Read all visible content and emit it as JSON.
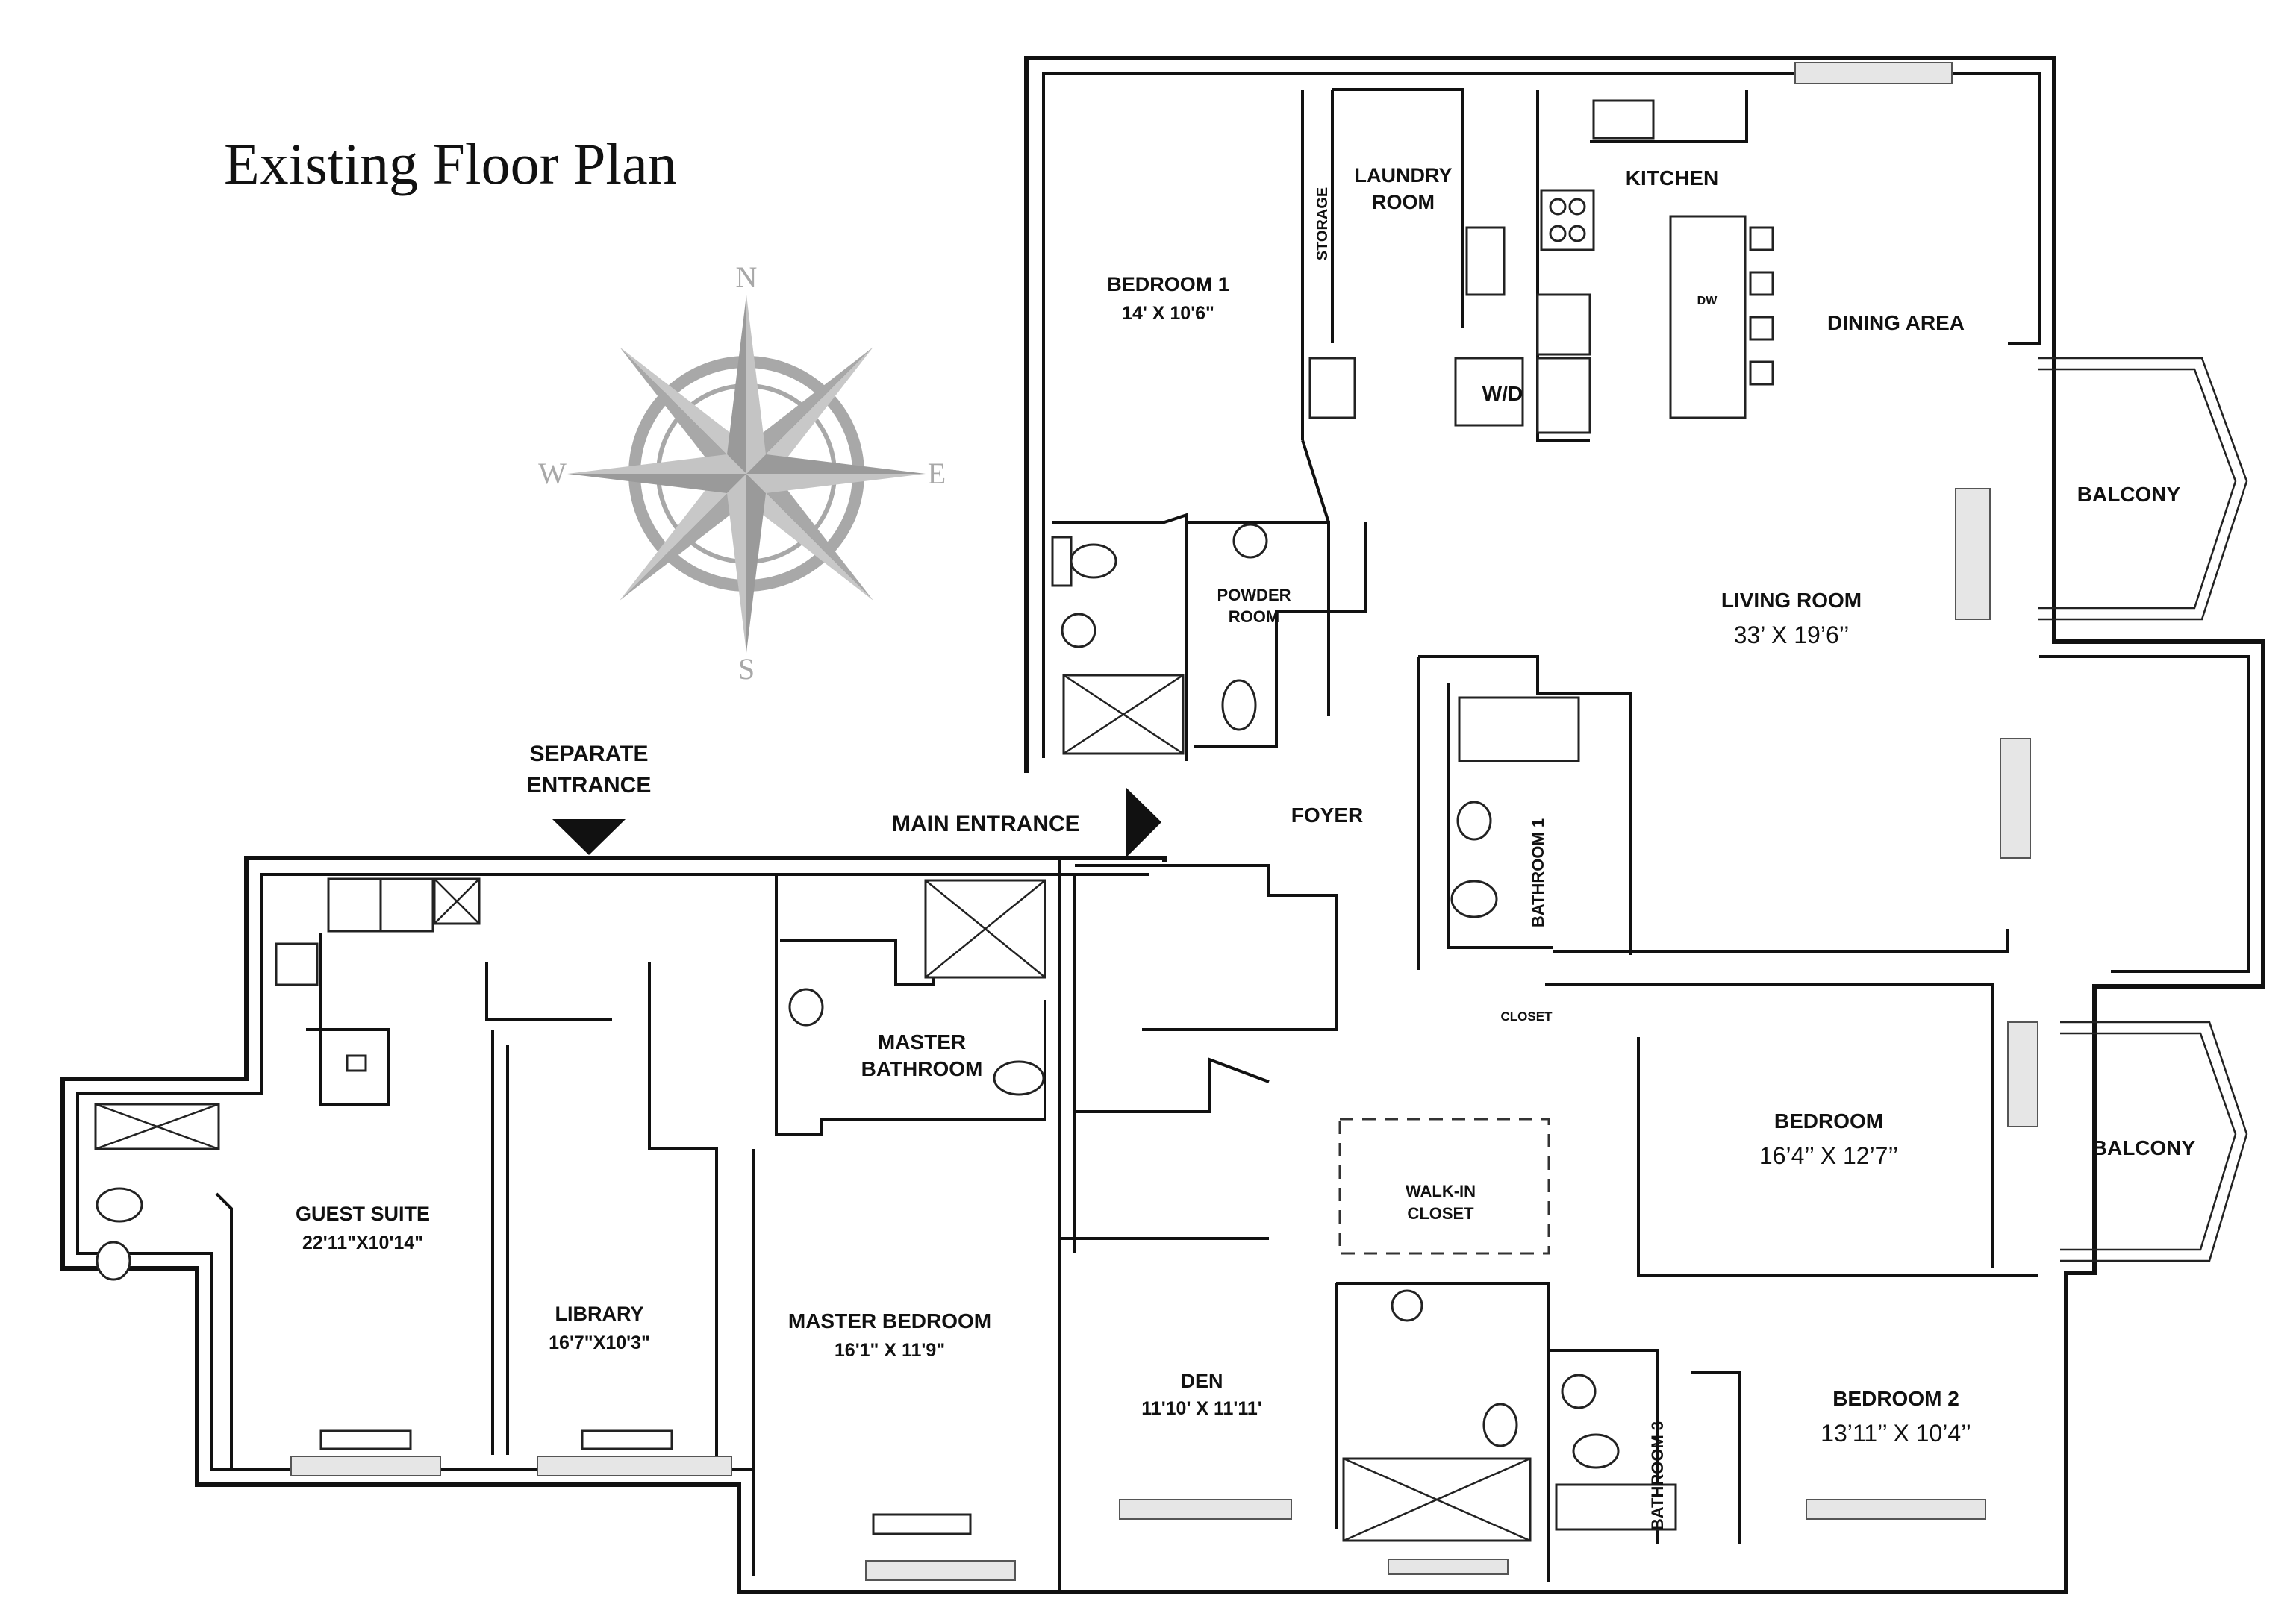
{
  "title": "Existing Floor Plan",
  "compass": {
    "north": "N",
    "south": "S",
    "east": "E",
    "west": "W",
    "color": "#a8a8a8"
  },
  "entrances": {
    "separate_line1": "SEPARATE",
    "separate_line2": "ENTRANCE",
    "main": "MAIN ENTRANCE"
  },
  "rooms": {
    "bedroom1": {
      "name": "BEDROOM 1",
      "dims": "14' X 10'6\""
    },
    "storage": {
      "name": "STORAGE"
    },
    "laundry": {
      "line1": "LAUNDRY",
      "line2": "ROOM"
    },
    "kitchen": {
      "name": "KITCHEN"
    },
    "dw": {
      "name": "DW"
    },
    "wd": {
      "name": "W/D"
    },
    "dining": {
      "name": "DINING AREA"
    },
    "balcony_upper": {
      "name": "BALCONY"
    },
    "powder": {
      "line1": "POWDER",
      "line2": "ROOM"
    },
    "living": {
      "name": "LIVING ROOM",
      "dims": "33’ X 19’6’’"
    },
    "foyer": {
      "name": "FOYER"
    },
    "bathroom1": {
      "name": "BATHROOM 1"
    },
    "closet": {
      "name": "CLOSET"
    },
    "bedroom": {
      "name": "BEDROOM",
      "dims": "16’4’’ X 12’7’’"
    },
    "balcony_lower": {
      "name": "BALCONY"
    },
    "walkin": {
      "line1": "WALK-IN",
      "line2": "CLOSET"
    },
    "master_bath": {
      "line1": "MASTER",
      "line2": "BATHROOM"
    },
    "guest": {
      "name": "GUEST SUITE",
      "dims": "22'11\"X10'14\""
    },
    "library": {
      "name": "LIBRARY",
      "dims": "16'7\"X10'3\""
    },
    "master_bed": {
      "name": "MASTER BEDROOM",
      "dims": "16'1\" X 11'9\""
    },
    "den": {
      "name": "DEN",
      "dims": "11'10' X 11'11'"
    },
    "bathroom3": {
      "name": "BATHROOM 3"
    },
    "bedroom2": {
      "name": "BEDROOM 2",
      "dims": "13’11’’ X 10’4’’"
    }
  }
}
